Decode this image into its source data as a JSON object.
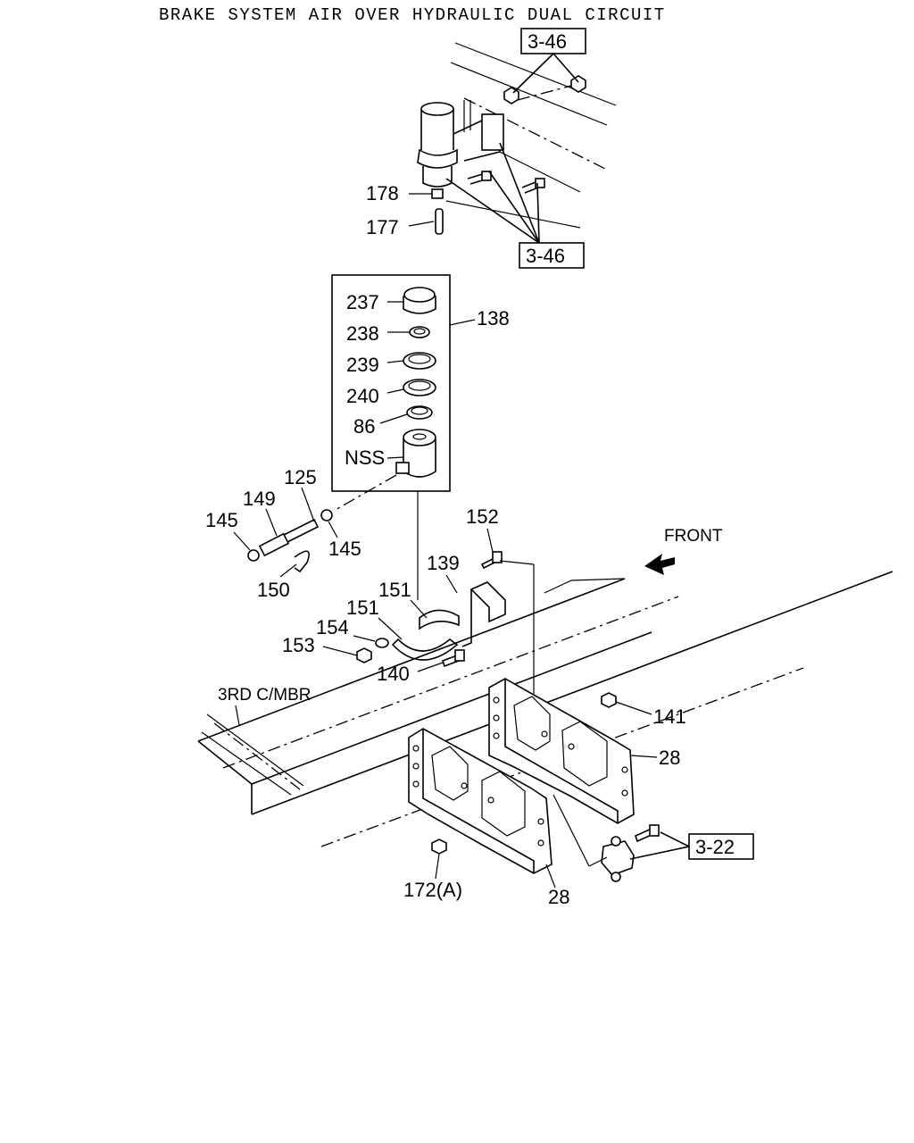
{
  "title": "BRAKE SYSTEM AIR OVER HYDRAULIC DUAL CIRCUIT",
  "direction_label": "FRONT",
  "crossmember_label": "3RD C/MBR",
  "refs": {
    "ref_top": "3-46",
    "ref_mid": "3-46",
    "ref_bottom": "3-22"
  },
  "callouts": {
    "c178": "178",
    "c177": "177",
    "c237": "237",
    "c238": "238",
    "c239": "239",
    "c240": "240",
    "c86": "86",
    "cnss": "NSS",
    "c138": "138",
    "c125": "125",
    "c149": "149",
    "c145a": "145",
    "c145b": "145",
    "c150": "150",
    "c152": "152",
    "c139": "139",
    "c151a": "151",
    "c151b": "151",
    "c154": "154",
    "c153": "153",
    "c140": "140",
    "c141": "141",
    "c28a": "28",
    "c28b": "28",
    "c172": "172(A)"
  }
}
